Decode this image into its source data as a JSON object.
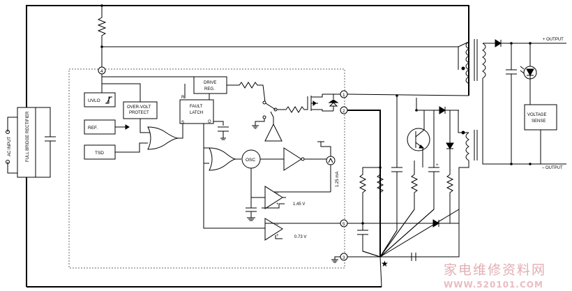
{
  "labels": {
    "ac_input": "AC INPUT",
    "rectifier": "FULL BRIDGE RECTIFIER",
    "uvlo": "UVLO",
    "ref": "REF.",
    "tsd": "TSD",
    "over_volt": [
      "OVER-VOLT",
      "PROTECT"
    ],
    "drive_reg": [
      "DRIVE",
      "REG."
    ],
    "fault_latch": [
      "FAULT",
      "LATCH"
    ],
    "latch_r": "R",
    "latch_s": "S",
    "latch_q": "Q",
    "osc": "OSC",
    "current_source": "1.25 mA",
    "comp_plus": "+",
    "comp_minus": "–",
    "v145": "1.45 V",
    "v073": "0.73 V",
    "voltage_sense": [
      "VOLTAGE",
      "SENSE"
    ],
    "plus_output": "+ OUTPUT",
    "minus_output": "– OUTPUT",
    "star": "★"
  },
  "pins": [
    "1",
    "2",
    "3",
    "4",
    "5"
  ],
  "watermark": {
    "cn": "家电维修资料网",
    "url": "WWW.520101.COM"
  },
  "colors": {
    "line": "#000000",
    "box_border": "#333333",
    "dashed": "#666666",
    "watermark": "#e2aeb4"
  }
}
